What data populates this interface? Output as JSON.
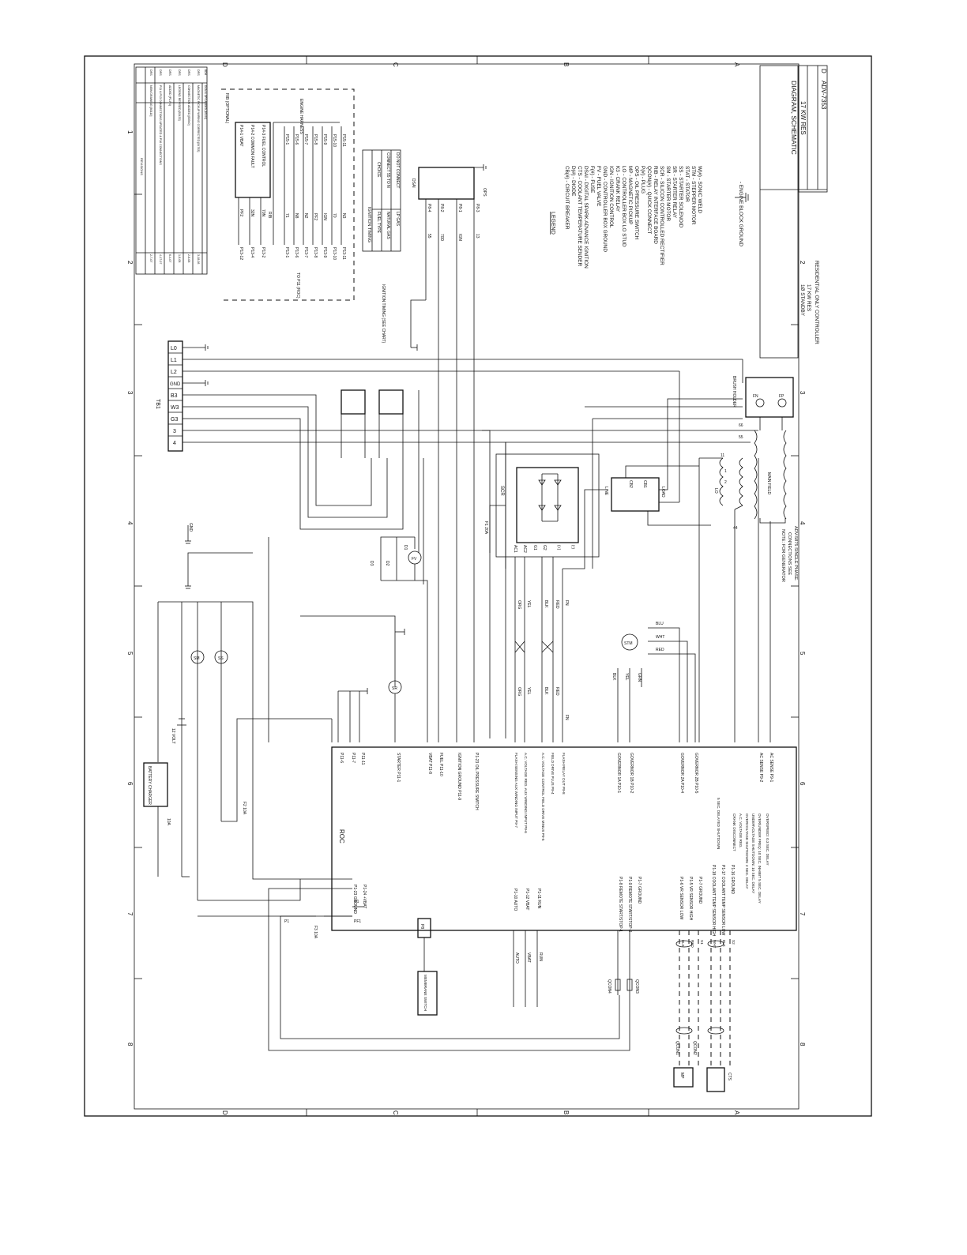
{
  "title_block": {
    "title_line1": "DIAGRAM, SCHEMATIC",
    "title_line2": "17 KW RES",
    "drawing_number": "ADV-7353",
    "size": "D",
    "side_line1": "1Ø STANDBY",
    "side_line2": "17 KW RES",
    "side_line3": "RESIDENTIAL ONLY CONTROLLER"
  },
  "zones_horizontal": [
    "D",
    "C",
    "B",
    "A"
  ],
  "zones_vertical": [
    "1",
    "2",
    "3",
    "4",
    "5",
    "6",
    "7",
    "8"
  ],
  "revision_table": {
    "header": "REVISIONS",
    "columns": [
      "REV",
      "DATE",
      "REVISION",
      "BY"
    ],
    "rows": [
      {
        "rev": "-",
        "date": "2-7-07",
        "desc": "NEW DRAWING [80110]",
        "by": "DRS"
      },
      {
        "rev": "A",
        "date": "4-17-07",
        "desc": "P11 & P13 CONNECTIONS UPDATED & P16 CONNECTIONS",
        "by": "DRS"
      },
      {
        "rev": "B",
        "date": "6-4-07",
        "desc": "ADDED (P2-P4)",
        "by": "DRS"
      },
      {
        "rev": "C",
        "date": "1-8-08",
        "desc": "LEGEND REVISED [83433]",
        "by": "DRS"
      },
      {
        "rev": "D",
        "date": "2-8-08",
        "desc": "CONNECTION ADDED [83940]",
        "by": "DRS"
      },
      {
        "rev": "E",
        "date": "3-18-08",
        "desc": "MAGNETIC PICKUP WIRING CORRECTED [84783]",
        "by": "DRS"
      },
      {
        "rev": "F",
        "date": "3-26-08",
        "desc": "DSAI & OPS ADDED [85100]",
        "by": "DRS"
      },
      {
        "rev": "G",
        "date": "1-26-09",
        "desc": "WIRES P9-3 & 4 ARROWS REMOVED [86433]",
        "by": "BDH"
      }
    ]
  },
  "ignition_timing": {
    "title": "IGNITION TIMING",
    "header": [
      "FUEL TYPE",
      "CHOICE"
    ],
    "rows": [
      [
        "NATURAL GAS",
        "CONNECT 55 TO N"
      ],
      [
        "LP GAS",
        "DO NOT CONNECT"
      ]
    ]
  },
  "legend": {
    "title": "LEGEND",
    "items": [
      "CB(#) - CIRCUIT BREAKER",
      "D(#) - DIODE",
      "CTS - COOLANT TEMPERATURE SENDER",
      "DSAI - DIGITAL SPARK ADVANCE IGNITION",
      "F(#) - FUSE",
      "FV - FUEL VALVE",
      "GND - CONTROLLER BOX GROUND",
      "IGN - IGNITION CONTROL",
      "K3 - CRANK RELAY",
      "LO - CONTROLLER BOX LO STUD",
      "MP - MAGNETIC PICKUP",
      "OPS - OIL PRESSURE SWITCH",
      "P(#) - PLUG",
      "QCON(#) - QUICK CONNECT",
      "RIB - RELAY INTERFACE BOARD",
      "SCR - SILICON CONTROLLED RECTIFIER",
      "SM - STARTER MOTOR",
      "SR - STARTER RELAY",
      "SS - STARTER SOLENOID",
      "STAT - STATOR",
      "STM - STEPPER MOTOR",
      "W(#) - SONIC WELD",
      "- ENGINE BLOCK GROUND"
    ]
  },
  "note": {
    "line1": "NOTE: FOR GENERATOR",
    "line2": "CONNECTIONS SEE",
    "line3": "ADV-5875 SINGLE PHASE."
  },
  "components": {
    "rib_title": "RIB (OPTIONAL)",
    "rib": "RIB",
    "rib_pins": [
      "P14-1 VBAT",
      "P14-2 COMMON FAULT",
      "P14-3 FUEL CONTROL"
    ],
    "p13_pins": [
      "P13-12",
      "P13-4",
      "P13-2",
      "P13-1",
      "P13-6",
      "P13-7",
      "P13-8",
      "P13-9",
      "P13-10",
      "P13-11"
    ],
    "p13_wires": [
      "PF2",
      "32N",
      "70N",
      "71",
      "N8",
      "N2",
      "PF2",
      "IGN",
      "70",
      "N3"
    ],
    "p15_pins": [
      "P15-1",
      "P15-6",
      "P15-7",
      "P15-8",
      "P15-9",
      "P15-10",
      "P15-11"
    ],
    "to_p11": "TO P11 (ROC)",
    "engine_harness": "ENGINE HARNESS",
    "dsai": "DSAI",
    "dsai_pins": [
      "P8-4",
      "P8-2",
      "P8-1",
      "P8-3"
    ],
    "dsai_wires": [
      "55",
      "70D",
      "IGN",
      "13"
    ],
    "ops": "OPS",
    "ign_timing_label": "IGNITION TIMING (SEE CHART)",
    "tb1": "TB1",
    "tb1_terminals": [
      "L0",
      "L1",
      "L2",
      "GND",
      "B3",
      "W3",
      "G3",
      "3",
      "4"
    ],
    "brush_holder": "BRUSH HOLDER",
    "main_field": "MAIN FIELD",
    "scr": "SCR",
    "scr_terminals": [
      "AC1",
      "AC2",
      "G1",
      "G2",
      "(+)",
      "(-)"
    ],
    "cb_labels": [
      "CB1",
      "CB2",
      "LINE",
      "LOAD",
      "LO"
    ],
    "fuse_f1": "F1 20A",
    "fuse_f2": "F2 10A",
    "fuse_f3": "F3 10A",
    "fuse_batt": "10A",
    "battery_charger": "BATTERY CHARGER",
    "battery": "12 VOLT",
    "sm": "SM",
    "ss": "SS",
    "sr": "SR",
    "stm": "STM",
    "fv": "FV",
    "diodes": [
      "D3",
      "D2",
      "D1"
    ],
    "roc": "ROC",
    "p8": "P8",
    "membrane_switch": "MEMBRANE SWITCH",
    "mp": "MP",
    "cts": "CTS",
    "qcon_labels": [
      "QCON4",
      "QCON3",
      "QCON1",
      "QCON2"
    ],
    "wire_colors": [
      "ORG",
      "YEL",
      "BLK",
      "RED",
      "FN",
      "BLU",
      "WHT",
      "RED",
      "BLK",
      "YEL",
      "GRN"
    ],
    "gnd": "GND",
    "wire_misc": [
      "66",
      "55",
      "11",
      "44",
      "FN",
      "FP",
      "1",
      "2"
    ]
  },
  "roc_pins_left": [
    "P11-6",
    "P11-7",
    "P11-11",
    "STARTER P11-1",
    "VBAT P11-8",
    "FUEL P11-10",
    "IGNITION GROUND P11-9",
    "P1-23 OIL PRESSURE SWITCH"
  ],
  "roc_pins_aux": [
    "FLASH SENSING  AUX WINDING INPUT P9-7",
    "A.C. VOLTAGE REG.  AUX WINDING INPUT P9-6",
    "A.C. VOLTAGE CONTROL  FIELD DRIVE MINUS P9-5",
    "FIELD DRIVE PLUS P9-4",
    "FLASH RELAY OUT P9-8",
    "GOVERNOR 1A P10-1",
    "GOVERNOR 1B P10-2",
    "GOVERNOR 2A P10-4",
    "GOVERNOR 2B P10-5"
  ],
  "roc_pins_right": [
    "AC SENSE P9-2",
    "AC SENSE P9-1",
    "5 SEC. DELAYED SHUTDOWN",
    "COOLANT TEMP SENSOR HIGH",
    "COOLANT TEMP SENSOR LOW",
    "CRANK DISCONNECT",
    "A.C. VOLTAGE REG.",
    "OVERVOLTAGE SHUTDOWN: 2 SEC. DELAY",
    "UNDERVOLTAGE SHUTDOWN: 10 SEC. DELAY",
    "OVER/UNDER FREQ: 10 SEC. INHIBIT 5 SEC. DELAY",
    "OVERSPEED: 0.3 SEC. DELAY"
  ],
  "roc_pins_bottom": [
    "P1-23 GROUND",
    "P1-24 +VBAT",
    "P1-10 AUTO",
    "P1-12 VBAT",
    "P1-11 RUN",
    "P1-8 REMOTE START/STOP-1",
    "P1-9 REMOTE START/STOP-2",
    "P1-7 GROUND",
    "P1-6 VR SENSOR LOW",
    "P1-5 VR SENSOR HIGH",
    "P1-7 GROUND",
    "P1-18 COOLANT TEMP SENSOR HIGH",
    "P1-17 COOLANT TEMP SENSOR LOW",
    "P1-16 GROUND"
  ],
  "bottom_wires": [
    "AUTO",
    "VBAT",
    "RUN",
    "N1",
    "PF1",
    "P1",
    "BLK",
    "RED",
    "S1",
    "WHT",
    "BLK",
    "S2"
  ]
}
